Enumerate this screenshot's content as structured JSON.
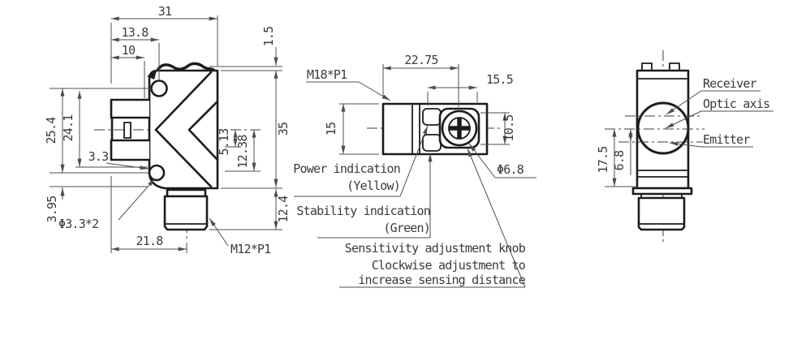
{
  "drawing": {
    "type": "sensor-dimension-drawing",
    "colors": {
      "outline": "#1c1c1c",
      "dimension_lines": "#4d4d4d",
      "text": "#3a3a3a",
      "background": "#ffffff"
    },
    "side_view": {
      "dim_31": "31",
      "dim_13_8": "13.8",
      "dim_10": "10",
      "dim_1_5": "1.5",
      "dim_25_4": "25.4",
      "dim_24_1": "24.1",
      "dim_3_3": "3.3",
      "dim_5_13": "5.13",
      "dim_12_38": "12.38",
      "dim_35": "35",
      "dim_3_95": "3.95",
      "hole_label": "Φ3.3*2",
      "dim_21_8": "21.8",
      "dim_12_4": "12.4",
      "connector_label": "M12*P1"
    },
    "top_view": {
      "thread_label": "M18*P1",
      "dim_22_75": "22.75",
      "dim_15_5": "15.5",
      "dim_15": "15",
      "dim_10_5": "10.5",
      "knob_hole_label": "Φ6.8",
      "power_label_1": "Power indication",
      "power_label_2": "(Yellow)",
      "stability_label_1": "Stability indication",
      "stability_label_2": "(Green)",
      "sensitivity_label_1": "Sensitivity adjustment knob",
      "sensitivity_label_2": "Clockwise adjustment to",
      "sensitivity_label_3": "increase sensing distance"
    },
    "front_view": {
      "receiver_label": "Receiver",
      "optic_axis_label": "Optic axis",
      "emitter_label": "Emitter",
      "dim_17_5": "17.5",
      "dim_6_8": "6.8"
    }
  }
}
